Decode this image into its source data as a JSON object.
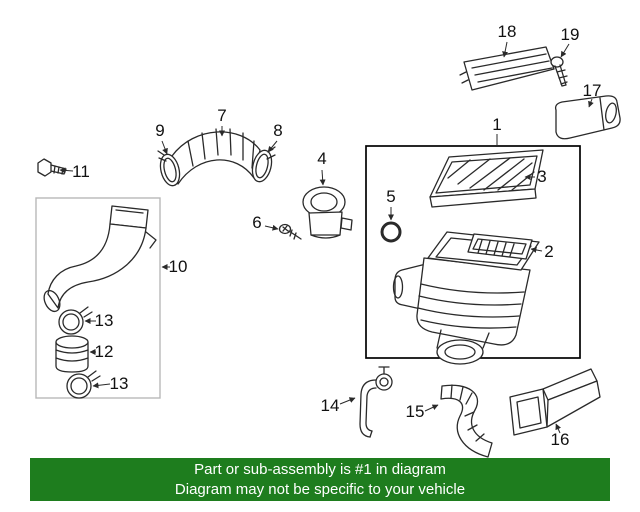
{
  "banner": {
    "line1": "Part or sub-assembly is #1 in diagram",
    "line2": "Diagram may not be specific to your vehicle",
    "bg_color": "#1e7d1e",
    "text_color": "#ffffff"
  },
  "diagram": {
    "line_color": "#2a2a2a",
    "highlight_box_color": "#000000",
    "group_box_color": "#b8b8b8",
    "callouts": [
      {
        "label": "1"
      },
      {
        "label": "2"
      },
      {
        "label": "3"
      },
      {
        "label": "4"
      },
      {
        "label": "5"
      },
      {
        "label": "6"
      },
      {
        "label": "7"
      },
      {
        "label": "8"
      },
      {
        "label": "9"
      },
      {
        "label": "10"
      },
      {
        "label": "11"
      },
      {
        "label": "12"
      },
      {
        "label": "13"
      },
      {
        "label": "13"
      },
      {
        "label": "14"
      },
      {
        "label": "15"
      },
      {
        "label": "16"
      },
      {
        "label": "17"
      },
      {
        "label": "18"
      },
      {
        "label": "19"
      }
    ]
  }
}
